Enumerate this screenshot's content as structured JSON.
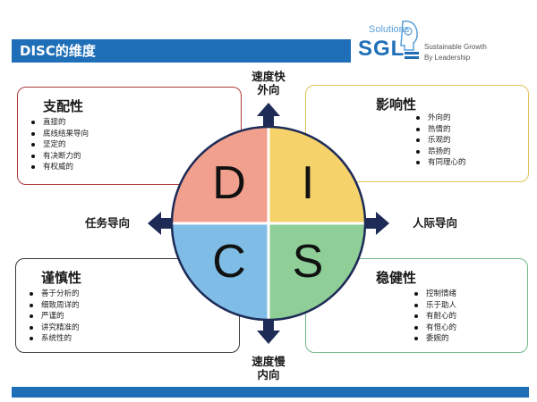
{
  "header": {
    "title": "DISC的维度"
  },
  "logo": {
    "solutions": "Solutions",
    "brand": "SGL",
    "tagline_1": "Sustainable Growth",
    "tagline_2": "By Leadership"
  },
  "axis": {
    "top_1": "速度快",
    "top_2": "外向",
    "bottom_1": "速度慢",
    "bottom_2": "内向",
    "left": "任务导向",
    "right": "人际导向"
  },
  "quadrants": {
    "d": {
      "letter": "D",
      "color": "#f2a08e"
    },
    "i": {
      "letter": "I",
      "color": "#f6d36a"
    },
    "c": {
      "letter": "C",
      "color": "#7fbde6"
    },
    "s": {
      "letter": "S",
      "color": "#8fcf97"
    }
  },
  "boxes": {
    "d": {
      "title": "支配性",
      "items": [
        "直接的",
        "底线结果导向",
        "坚定的",
        "有决断力的",
        "有权威的"
      ]
    },
    "i": {
      "title": "影响性",
      "items": [
        "外向的",
        "热情的",
        "乐观的",
        "昂扬的",
        "有同理心的"
      ]
    },
    "c": {
      "title": "谨慎性",
      "items": [
        "善于分析的",
        "细致周详的",
        "严谨的",
        "讲究精准的",
        "系统性的"
      ]
    },
    "s": {
      "title": "稳健性",
      "items": [
        "控制情绪",
        "乐于助人",
        "有耐心的",
        "有恒心的",
        "委婉的"
      ]
    }
  },
  "colors": {
    "accent": "#1f6fb8",
    "arrow": "#1e2b57"
  }
}
